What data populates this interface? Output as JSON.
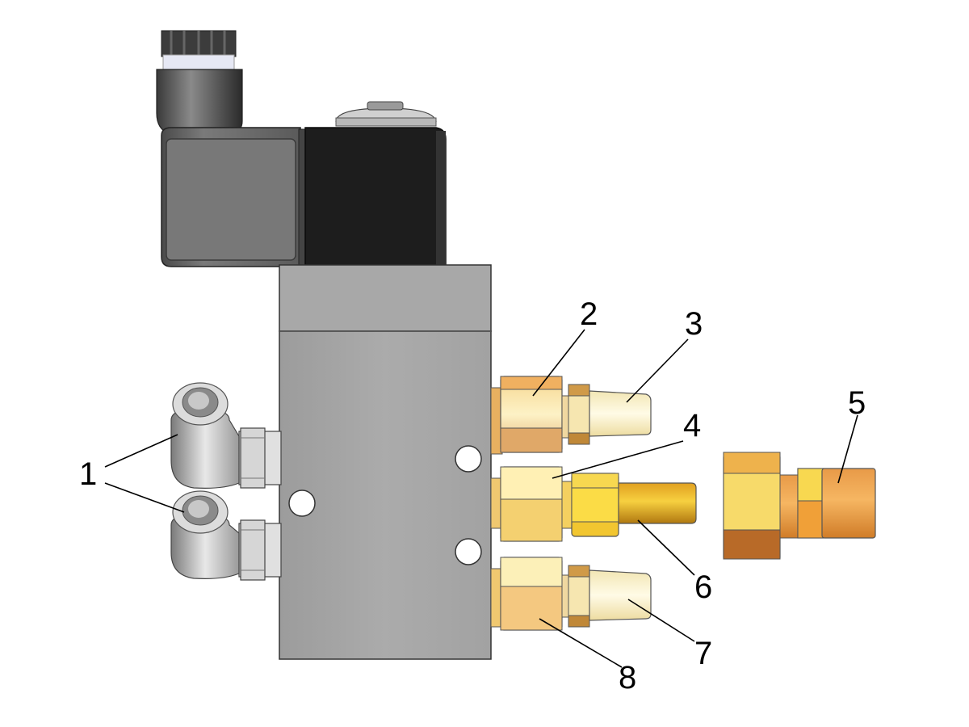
{
  "figure": {
    "description_parts": [
      {
        "id": "1",
        "label": "1"
      },
      {
        "id": "2",
        "label": "2"
      },
      {
        "id": "3",
        "label": "3"
      },
      {
        "id": "4",
        "label": "4"
      },
      {
        "id": "5",
        "label": "5"
      },
      {
        "id": "6",
        "label": "6"
      },
      {
        "id": "7",
        "label": "7"
      },
      {
        "id": "8",
        "label": "8"
      }
    ]
  },
  "colors": {
    "valve_body": "#a7a7a7",
    "coil_housing": "#6e6e6e",
    "coil_black": "#1e1e1e",
    "brass_light": "#f2e3a8",
    "brass_yellow": "#f2c832",
    "brass_orange": "#e8a040",
    "copper": "#c87828",
    "muffler_cream": "#f8f0c8",
    "fitting_gray": "#c8c8c8"
  }
}
